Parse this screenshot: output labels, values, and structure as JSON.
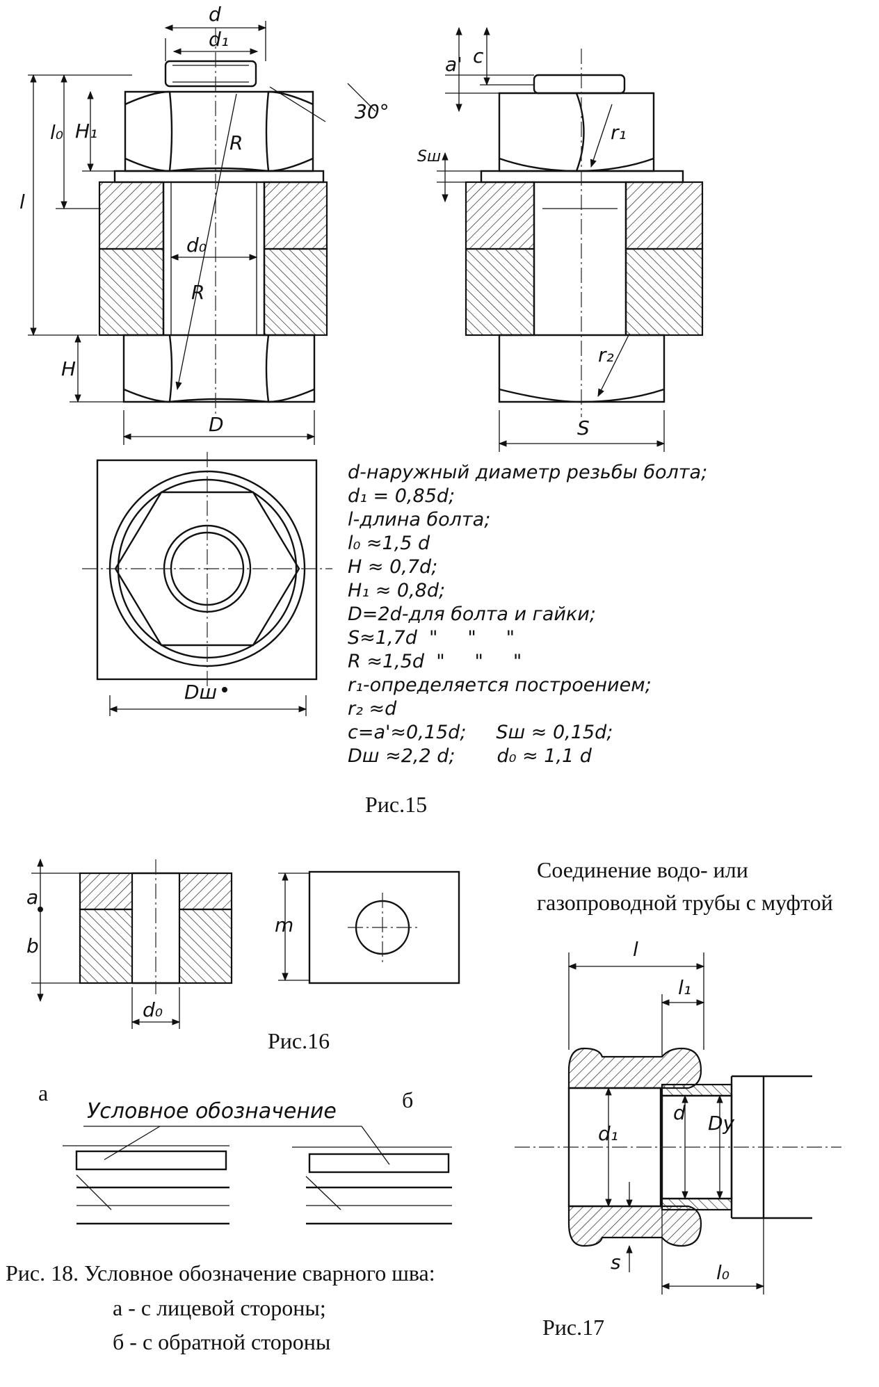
{
  "figure15": {
    "caption": "Рис.15",
    "labels": {
      "d": "d",
      "d1": "d₁",
      "l": "l",
      "l0": "l₀",
      "H1": "H₁",
      "H": "H",
      "d0": "d₀",
      "R": "R",
      "D": "D",
      "angle": "30°",
      "a_prime": "a'",
      "c": "c",
      "S_sh": "Sш",
      "r1": "r₁",
      "r2": "r₂",
      "S": "S",
      "D_sh": "Dш"
    },
    "notes": [
      "d-наружный диаметр резьбы болта;",
      "d₁ = 0,85d;",
      "l-длина болта;",
      "l₀ ≈1,5 d",
      "H ≈ 0,7d;",
      "H₁ ≈ 0,8d;",
      "D=2d-для болта и гайки;",
      "S≈1,7d  \"     \"     \"",
      "R ≈1,5d  \"     \"     \"",
      "r₁-определяется построением;",
      "r₂ ≈d",
      "c=a'≈0,15d;     Sш ≈ 0,15d;",
      "Dш ≈2,2 d;       d₀ ≈ 1,1 d"
    ]
  },
  "figure16": {
    "caption": "Рис.16",
    "labels": {
      "a": "a",
      "b": "b",
      "d0": "d₀",
      "m": "m"
    }
  },
  "figure17": {
    "title_line1": "Соединение водо- или",
    "title_line2": "газопроводной трубы с муфтой",
    "caption": "Рис.17",
    "labels": {
      "l": "l",
      "l1": "l₁",
      "d1": "d₁",
      "d": "d",
      "Dy": "Dу",
      "s": "s",
      "l0": "l₀"
    }
  },
  "figure18": {
    "label_a": "а",
    "label_b": "б",
    "heading": "Условное обозначение",
    "caption_line1": "Рис. 18. Условное обозначение сварного шва:",
    "caption_line2": "а - с лицевой стороны;",
    "caption_line3": "б - с обратной стороны"
  }
}
